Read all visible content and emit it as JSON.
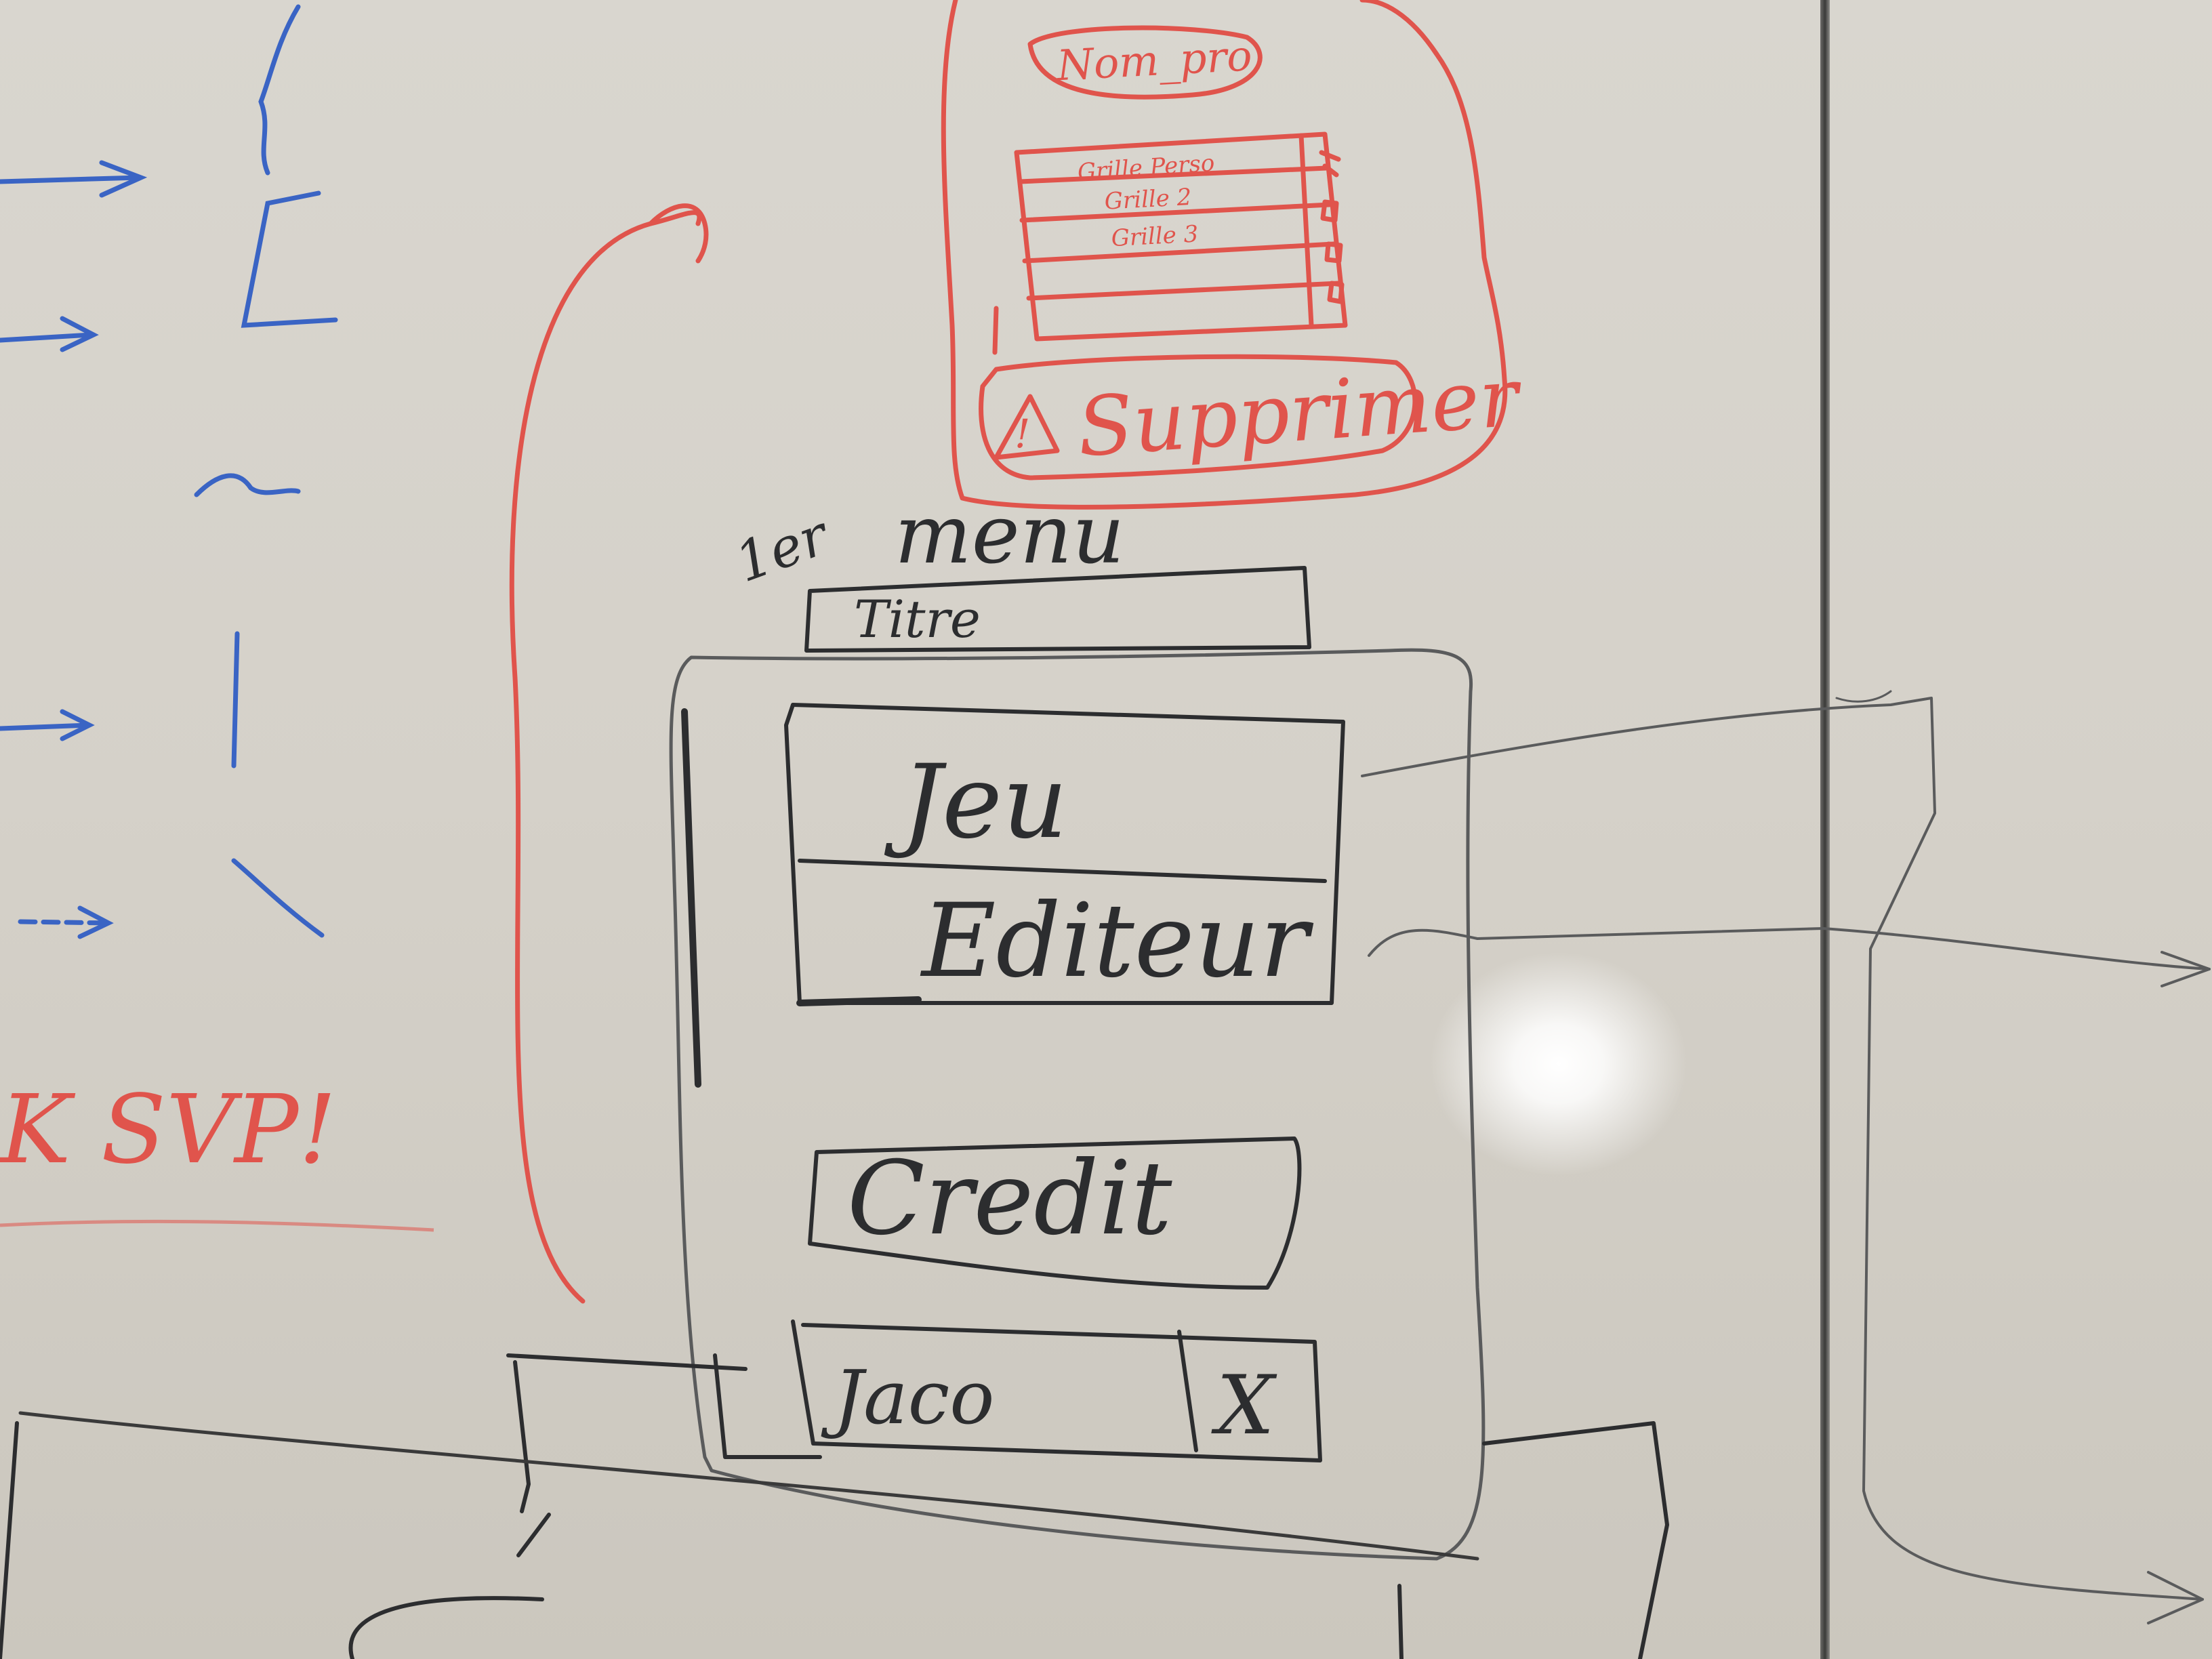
{
  "whiteboard": {
    "screen_label": "1er menu",
    "screen_label_ordinal": "1er",
    "screen_label_word": "menu",
    "title_box": "Titre",
    "menu_buttons": [
      "Jeu",
      "Editeur",
      "Credit"
    ],
    "name_field": "Jaco",
    "close_mark": "X",
    "side_note": "K SVP!",
    "popup": {
      "header": "Nom_pro",
      "grid_rows": [
        "Grille Perso",
        "Grille 2",
        "Grille 3"
      ],
      "delete_button": "Supprimer",
      "warning_symbol": "!"
    }
  },
  "ink_colors": {
    "black": "#2c2d2f",
    "red": "#e0544c",
    "blue": "#3a64c4",
    "board": "#d6d3cb"
  }
}
